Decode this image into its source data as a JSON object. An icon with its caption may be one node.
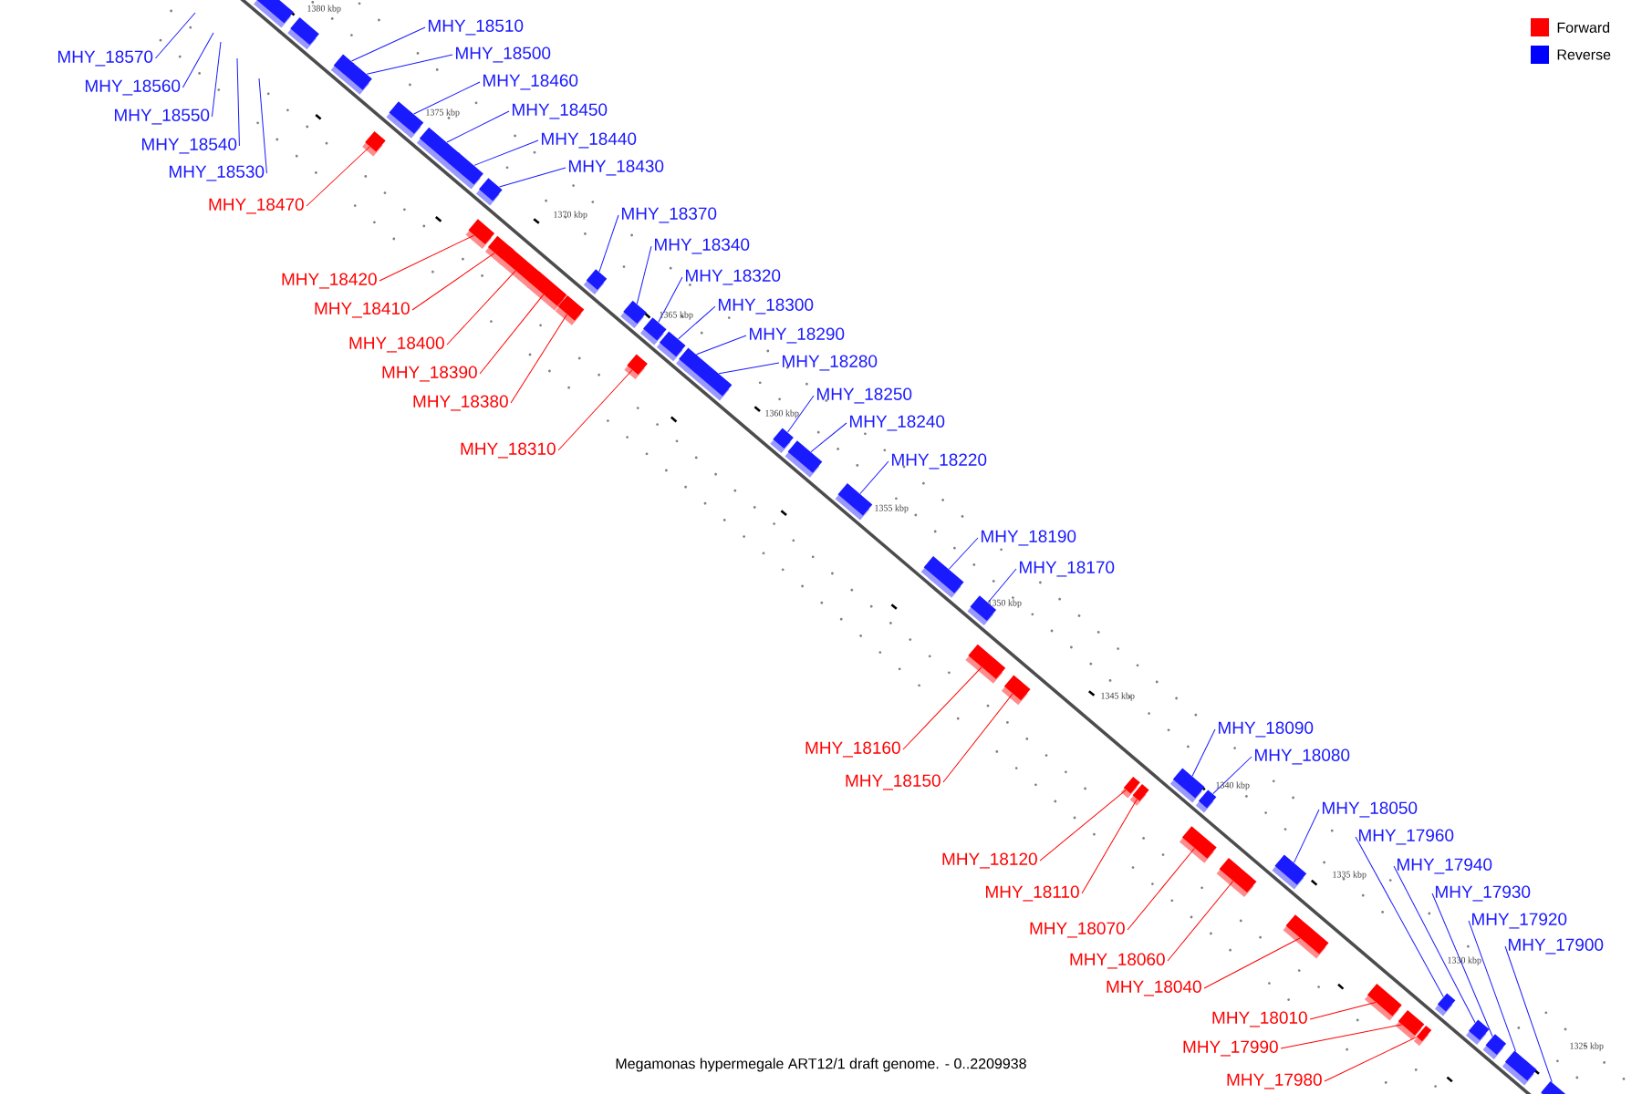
{
  "diagram": {
    "caption": "Megamonas hypermegale ART12/1 draft genome. - 0..2209938",
    "nodes": [
      {
        "text": [
          "MHY_18570"
        ]
      },
      {
        "text": [
          "MHY_18560"
        ]
      },
      {
        "text": [
          "MHY_18550"
        ]
      },
      {
        "text": [
          "MHY_18540"
        ]
      },
      {
        "text": [
          "MHY_18530"
        ]
      },
      {
        "text": [
          "MHY_18510"
        ]
      },
      {
        "text": [],
        "shape": "box"
      },
      {
        "text": [
          "MHY_18500"
        ]
      },
      {
        "text": [],
        "shape": "box"
      },
      {
        "text": [
          "MHY_18470"
        ]
      },
      {
        "text": [],
        "shape": "box"
      },
      {
        "text": [
          "MHY_18460"
        ]
      },
      {
        "text": [],
        "shape": "box"
      },
      {
        "text": [
          "MHY_18450"
        ]
      },
      {
        "text": [],
        "shape": "box"
      },
      {
        "text": [
          "MHY_18440"
        ]
      },
      {
        "text": [],
        "shape": "box"
      },
      {
        "text": [
          "MHY_18430"
        ]
      },
      {
        "text": [],
        "shape": "box"
      },
      {
        "text": [
          "MHY_18420"
        ]
      },
      {
        "text": [],
        "shape": "box"
      },
      {
        "text": [
          "MHY_18410"
        ]
      },
      {
        "text": [],
        "shape": "box"
      },
      {
        "text": [
          "MHY_18400"
        ]
      },
      {
        "text": [],
        "shape": "box"
      },
      {
        "text": [
          "MHY_18390"
        ]
      },
      {
        "text": [],
        "shape": "box"
      },
      {
        "text": [
          "MHY_18380"
        ]
      },
      {
        "text": [],
        "shape": "box"
      },
      {
        "text": [
          "MHY_18370"
        ]
      },
      {
        "text": [],
        "shape": "box"
      },
      {
        "text": [
          "MHY_18340"
        ]
      },
      {
        "text": [],
        "shape": "box"
      },
      {
        "text": [
          "MHY_18320"
        ]
      },
      {
        "text": [],
        "shape": "box"
      },
      {
        "text": [
          "MHY_18310"
        ]
      },
      {
        "text": [],
        "shape": "box"
      },
      {
        "text": [
          "MHY_18300"
        ]
      },
      {
        "text": [],
        "shape": "box"
      },
      {
        "text": [
          "MHY_18290"
        ]
      },
      {
        "text": [],
        "shape": "box"
      },
      {
        "text": [
          "MHY_18280"
        ]
      },
      {
        "text": [],
        "shape": "box"
      },
      {
        "text": [
          "MHY_18250"
        ]
      },
      {
        "text": [],
        "shape": "box"
      },
      {
        "text": [
          "MHY_18240"
        ]
      },
      {
        "text": [],
        "shape": "box"
      },
      {
        "text": [
          "MHY_18220"
        ]
      },
      {
        "text": [],
        "shape": "box"
      },
      {
        "text": [
          "MHY_18190"
        ]
      },
      {
        "text": [],
        "shape": "box"
      },
      {
        "text": [
          "MHY_18170"
        ]
      },
      {
        "text": [],
        "shape": "box"
      },
      {
        "text": [
          "MHY_18160"
        ]
      },
      {
        "text": [],
        "shape": "box"
      },
      {
        "text": [
          "MHY_18150"
        ]
      },
      {
        "text": [],
        "shape": "box"
      },
      {
        "text": [
          "MHY_18120"
        ]
      },
      {
        "text": [],
        "shape": "box"
      },
      {
        "text": [
          "MHY_18110"
        ]
      },
      {
        "text": [],
        "shape": "box"
      },
      {
        "text": [
          "MHY_18090"
        ]
      },
      {
        "text": [],
        "shape": "box"
      },
      {
        "text": [
          "MHY_18080"
        ]
      },
      {
        "text": [],
        "shape": "box"
      },
      {
        "text": [
          "MHY_18070"
        ]
      },
      {
        "text": [],
        "shape": "box"
      },
      {
        "text": [
          "MHY_18060"
        ]
      },
      {
        "text": [],
        "shape": "box"
      },
      {
        "text": [
          "MHY_18050"
        ]
      },
      {
        "text": [],
        "shape": "box"
      },
      {
        "text": [
          "MHY_18040"
        ]
      },
      {
        "text": [],
        "shape": "box"
      },
      {
        "text": [
          "MHY_18010"
        ]
      },
      {
        "text": [],
        "shape": "box"
      },
      {
        "text": [
          "MHY_17990"
        ]
      },
      {
        "text": [],
        "shape": "box"
      },
      {
        "text": [
          "MHY_17980"
        ]
      },
      {
        "text": [],
        "shape": "box"
      },
      {
        "text": [
          "MHY_17960"
        ]
      },
      {
        "text": [],
        "shape": "box"
      },
      {
        "text": [
          "MHY_17940"
        ]
      },
      {
        "text": [],
        "shape": "box"
      },
      {
        "text": [
          "MHY_17930"
        ]
      },
      {
        "text": [],
        "shape": "box"
      },
      {
        "text": [
          "MHY_17920"
        ]
      },
      {
        "text": [],
        "shape": "box"
      },
      {
        "text": [
          "MHY_17900"
        ]
      },
      {
        "text": [],
        "shape": "box"
      },
      {
        "text": [],
        "shape": "box"
      },
      {
        "text": [],
        "shape": "box"
      }
    ],
    "edges": [
      {
        "from": 0,
        "to": null,
        "arrow": "none"
      },
      {
        "from": 1,
        "to": null,
        "arrow": "none"
      },
      {
        "from": 2,
        "to": null,
        "arrow": "none"
      },
      {
        "from": 3,
        "to": null,
        "arrow": "none"
      },
      {
        "from": 4,
        "to": null,
        "arrow": "none"
      },
      {
        "from": 5,
        "to": 6,
        "arrow": "none"
      },
      {
        "from": 7,
        "to": 8,
        "arrow": "none"
      },
      {
        "from": 9,
        "to": 10,
        "arrow": "none",
        "color": "#ff0000"
      },
      {
        "from": 11,
        "to": 12,
        "arrow": "none"
      },
      {
        "from": 13,
        "to": 14,
        "arrow": "none"
      },
      {
        "from": 15,
        "to": 16,
        "arrow": "none"
      },
      {
        "from": 17,
        "to": 18,
        "arrow": "none"
      },
      {
        "from": 19,
        "to": 20,
        "arrow": "none",
        "color": "#ff0000"
      },
      {
        "from": 21,
        "to": 22,
        "arrow": "none",
        "color": "#ff0000"
      },
      {
        "from": 23,
        "to": 24,
        "arrow": "none",
        "color": "#ff0000"
      },
      {
        "from": 25,
        "to": 26,
        "arrow": "none",
        "color": "#ff0000"
      },
      {
        "from": 27,
        "to": 28,
        "arrow": "none",
        "color": "#ff0000"
      },
      {
        "from": 29,
        "to": 30,
        "arrow": "none"
      },
      {
        "from": 31,
        "to": 32,
        "arrow": "none"
      },
      {
        "from": 33,
        "to": 34,
        "arrow": "none"
      },
      {
        "from": 35,
        "to": 36,
        "arrow": "none",
        "color": "#ff0000"
      },
      {
        "from": 37,
        "to": 38,
        "arrow": "none"
      },
      {
        "from": 39,
        "to": 40,
        "arrow": "none"
      },
      {
        "from": 41,
        "to": 42,
        "arrow": "none"
      },
      {
        "from": 43,
        "to": 44,
        "arrow": "none"
      },
      {
        "from": 45,
        "to": 46,
        "arrow": "none"
      },
      {
        "from": 47,
        "to": 48,
        "arrow": "none"
      },
      {
        "from": 49,
        "to": 50,
        "arrow": "none"
      },
      {
        "from": 51,
        "to": 52,
        "arrow": "none"
      },
      {
        "from": 53,
        "to": 54,
        "arrow": "none",
        "color": "#ff0000"
      },
      {
        "from": 55,
        "to": 56,
        "arrow": "none",
        "color": "#ff0000"
      },
      {
        "from": 57,
        "to": 58,
        "arrow": "none",
        "color": "#ff0000"
      },
      {
        "from": 59,
        "to": 60,
        "arrow": "none",
        "color": "#ff0000"
      },
      {
        "from": 61,
        "to": 62,
        "arrow": "none"
      },
      {
        "from": 63,
        "to": 64,
        "arrow": "none"
      },
      {
        "from": 65,
        "to": 66,
        "arrow": "none",
        "color": "#ff0000"
      },
      {
        "from": 67,
        "to": 68,
        "arrow": "none",
        "color": "#ff0000"
      },
      {
        "from": 69,
        "to": 70,
        "arrow": "none"
      },
      {
        "from": 71,
        "to": 72,
        "arrow": "none",
        "color": "#ff0000"
      },
      {
        "from": 73,
        "to": 74,
        "arrow": "none",
        "color": "#ff0000"
      },
      {
        "from": 75,
        "to": 76,
        "arrow": "none",
        "color": "#ff0000"
      },
      {
        "from": 77,
        "to": 78,
        "arrow": "none",
        "color": "#ff0000"
      },
      {
        "from": 79,
        "to": 80,
        "arrow": "none"
      },
      {
        "from": 81,
        "to": 82,
        "arrow": "none"
      },
      {
        "from": 83,
        "to": 84,
        "arrow": "none"
      },
      {
        "from": 85,
        "to": 86,
        "arrow": "none"
      },
      {
        "from": 87,
        "to": 88,
        "arrow": "none"
      }
    ],
    "labels": [
      "1380 kbp",
      "1375 kbp",
      "1370 kbp",
      "1365 kbp",
      "1360 kbp",
      "1355 kbp",
      "1350 kbp",
      "1345 kbp",
      "1340 kbp",
      "1335 kbp",
      "1330 kbp",
      "1325 kbp"
    ],
    "legend": [
      {
        "text": "Forward",
        "color": "#ff0000"
      },
      {
        "text": "Reverse",
        "color": "#0000ff"
      }
    ]
  }
}
